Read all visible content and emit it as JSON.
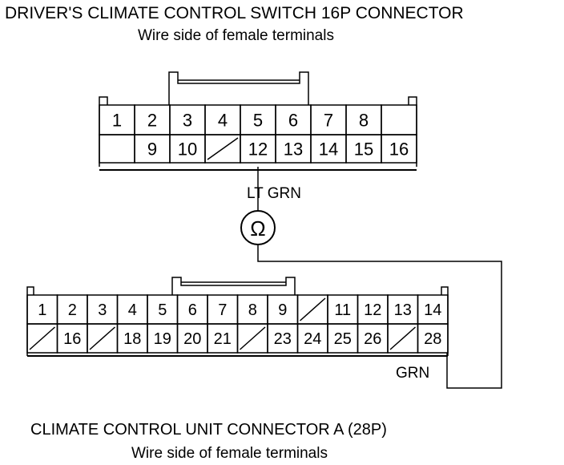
{
  "connector_top": {
    "title": "DRIVER'S CLIMATE CONTROL SWITCH 16P CONNECTOR",
    "subtitle": "Wire side of female terminals",
    "row1": [
      "1",
      "2",
      "3",
      "4",
      "5",
      "6",
      "7",
      "8",
      ""
    ],
    "row2": [
      "",
      "9",
      "10",
      "/",
      "12",
      "13",
      "14",
      "15",
      "16"
    ]
  },
  "connector_bottom": {
    "title": "CLIMATE CONTROL UNIT CONNECTOR A (28P)",
    "subtitle": "Wire side of female terminals",
    "row1": [
      "1",
      "2",
      "3",
      "4",
      "5",
      "6",
      "7",
      "8",
      "9",
      "/",
      "11",
      "12",
      "13",
      "14"
    ],
    "row2": [
      "/",
      "16",
      "/",
      "18",
      "19",
      "20",
      "21",
      "/",
      "23",
      "24",
      "25",
      "26",
      "/",
      "28"
    ]
  },
  "wires": {
    "top_wire_color": "LT GRN",
    "bottom_wire_color": "GRN"
  },
  "meter": {
    "symbol": "Ω",
    "icon": "ohmmeter-icon"
  },
  "colors": {
    "line": "#000000",
    "background": "#ffffff"
  }
}
